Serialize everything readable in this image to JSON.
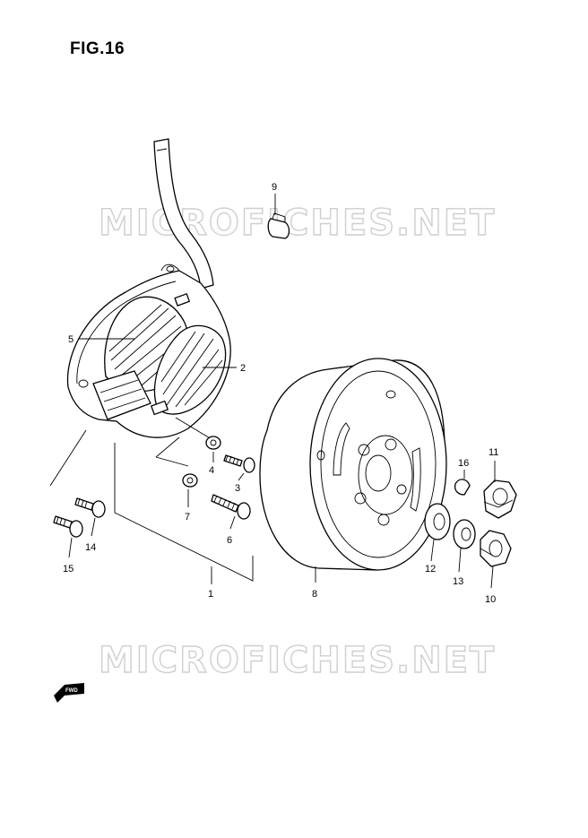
{
  "figure": {
    "title": "FIG.16"
  },
  "watermark": {
    "text": "MICROFICHES.NET"
  },
  "fwd_label": "FWD",
  "callouts": [
    "1",
    "2",
    "3",
    "4",
    "5",
    "6",
    "7",
    "8",
    "9",
    "10",
    "11",
    "12",
    "13",
    "14",
    "15",
    "16"
  ]
}
